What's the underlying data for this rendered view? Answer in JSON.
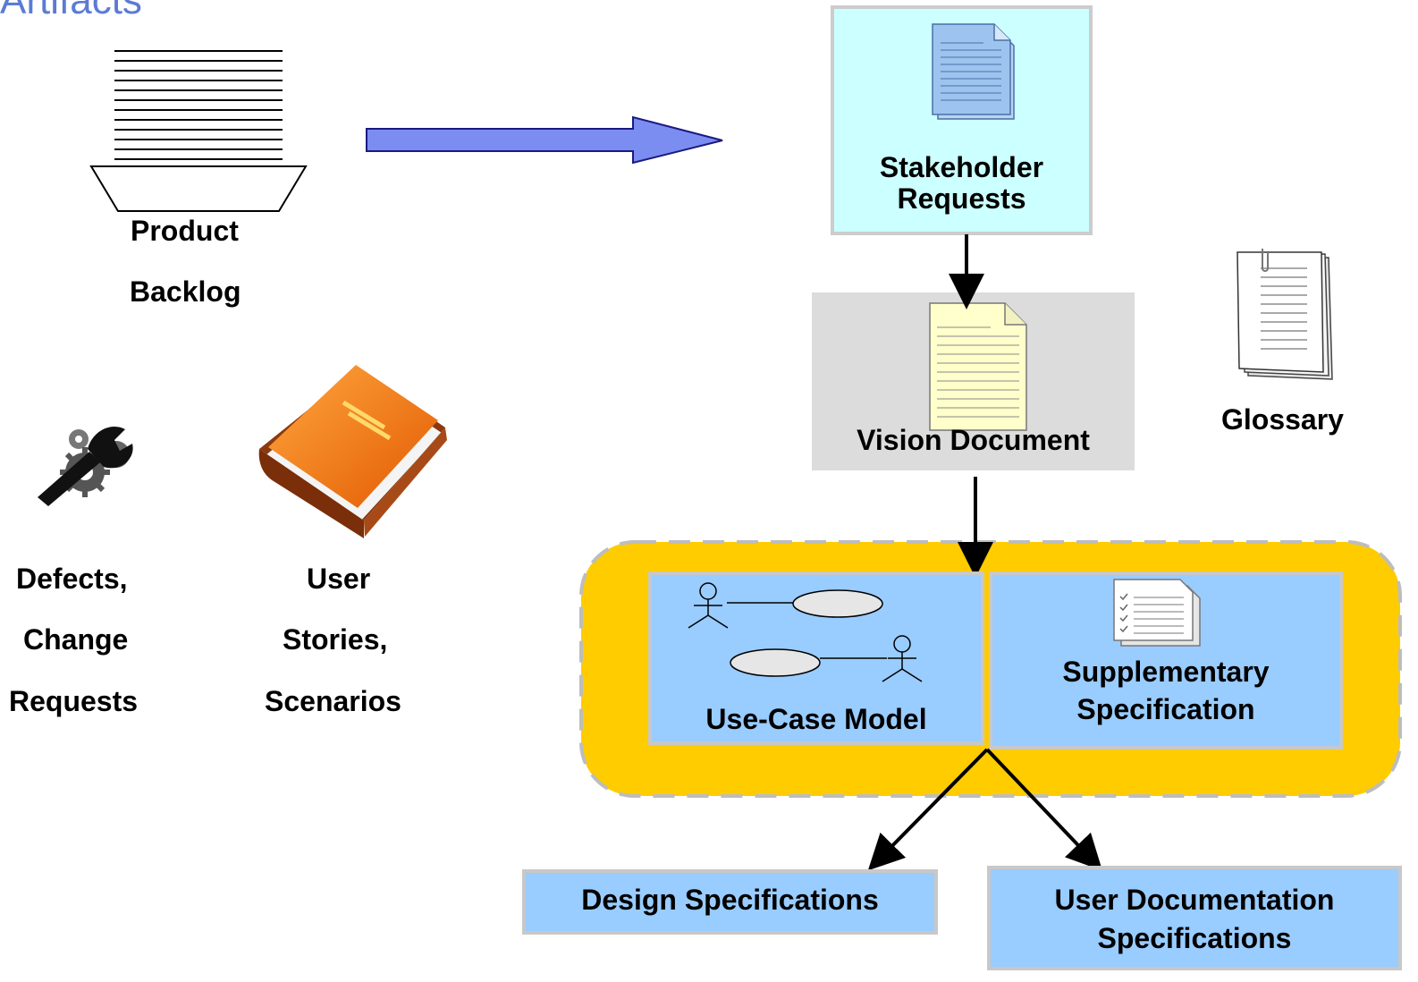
{
  "title": "Artifacts",
  "product_backlog": {
    "line1": "Product",
    "line2": "Backlog"
  },
  "defects": {
    "line1": "Defects,",
    "line2": "Change",
    "line3": "Requests"
  },
  "user_stories": {
    "line1": "User",
    "line2": "Stories,",
    "line3": "Scenarios"
  },
  "stakeholder": {
    "line1": "Stakeholder",
    "line2": "Requests"
  },
  "vision": {
    "label": "Vision Document"
  },
  "glossary": {
    "label": "Glossary"
  },
  "use_case": {
    "label": "Use-Case Model"
  },
  "supplementary": {
    "line1": "Supplementary",
    "line2": "Specification"
  },
  "design_spec": {
    "label": "Design Specifications"
  },
  "user_doc": {
    "line1": "User Documentation",
    "line2": "Specifications"
  },
  "colors": {
    "title": "#5b7bd5",
    "arrow_fill": "#7b8df0",
    "stakeholder_bg": "#ccffff",
    "vision_bg": "#dcdcdc",
    "yellow_group": "#ffcc00",
    "blue_box": "#99ccff",
    "book_orange": "#f07a10"
  }
}
